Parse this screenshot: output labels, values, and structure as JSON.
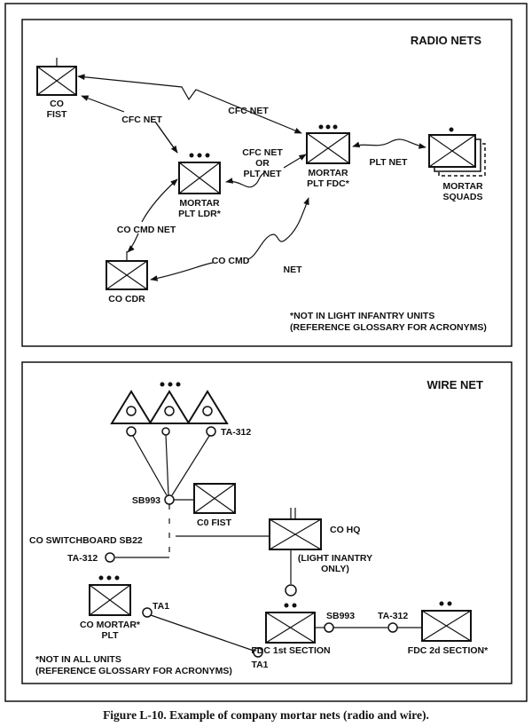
{
  "radio": {
    "title": "RADIO NETS",
    "co_fist": [
      "CO",
      "FIST"
    ],
    "mortar_plt_ldr": [
      "MORTAR",
      "PLT LDR*"
    ],
    "mortar_plt_fdc": [
      "MORTAR",
      "PLT FDC*"
    ],
    "mortar_squads": [
      "MORTAR",
      "SQUADS"
    ],
    "co_cdr": "CO CDR",
    "cfc_net_1": "CFC NET",
    "cfc_net_2": "CFC NET",
    "cfc_or_plt": [
      "CFC NET",
      "OR",
      "PLT NET"
    ],
    "plt_net": "PLT NET",
    "co_cmd_net": "CO CMD NET",
    "co_cmd": "CO CMD",
    "net": "NET",
    "note": [
      "*NOT IN LIGHT INFANTRY UNITS",
      "(REFERENCE GLOSSARY FOR ACRONYMS)"
    ]
  },
  "wire": {
    "title": "WIRE NET",
    "ta312_top": "TA-312",
    "sb993_left": "SB993",
    "co_fist": "C0  FIST",
    "co_switchboard": "CO SWITCHBOARD SB22",
    "ta312_left": "TA-312",
    "co_hq": "CO HQ",
    "light_only": [
      "(LIGHT INANTRY",
      "ONLY)"
    ],
    "ta1_top": "TA1",
    "co_mortar_plt": [
      "CO MORTAR*",
      "PLT"
    ],
    "sb993_right": "SB993",
    "ta312_right": "TA-312",
    "fdc_1st": "FDC 1st SECTION",
    "fdc_2d": "FDC 2d SECTION*",
    "ta1_bottom": "TA1",
    "note": [
      "*NOT IN ALL UNITS",
      "(REFERENCE GLOSSARY FOR ACRONYMS)"
    ]
  },
  "caption": "Figure L-10.   Example of company mortar nets (radio and wire)."
}
